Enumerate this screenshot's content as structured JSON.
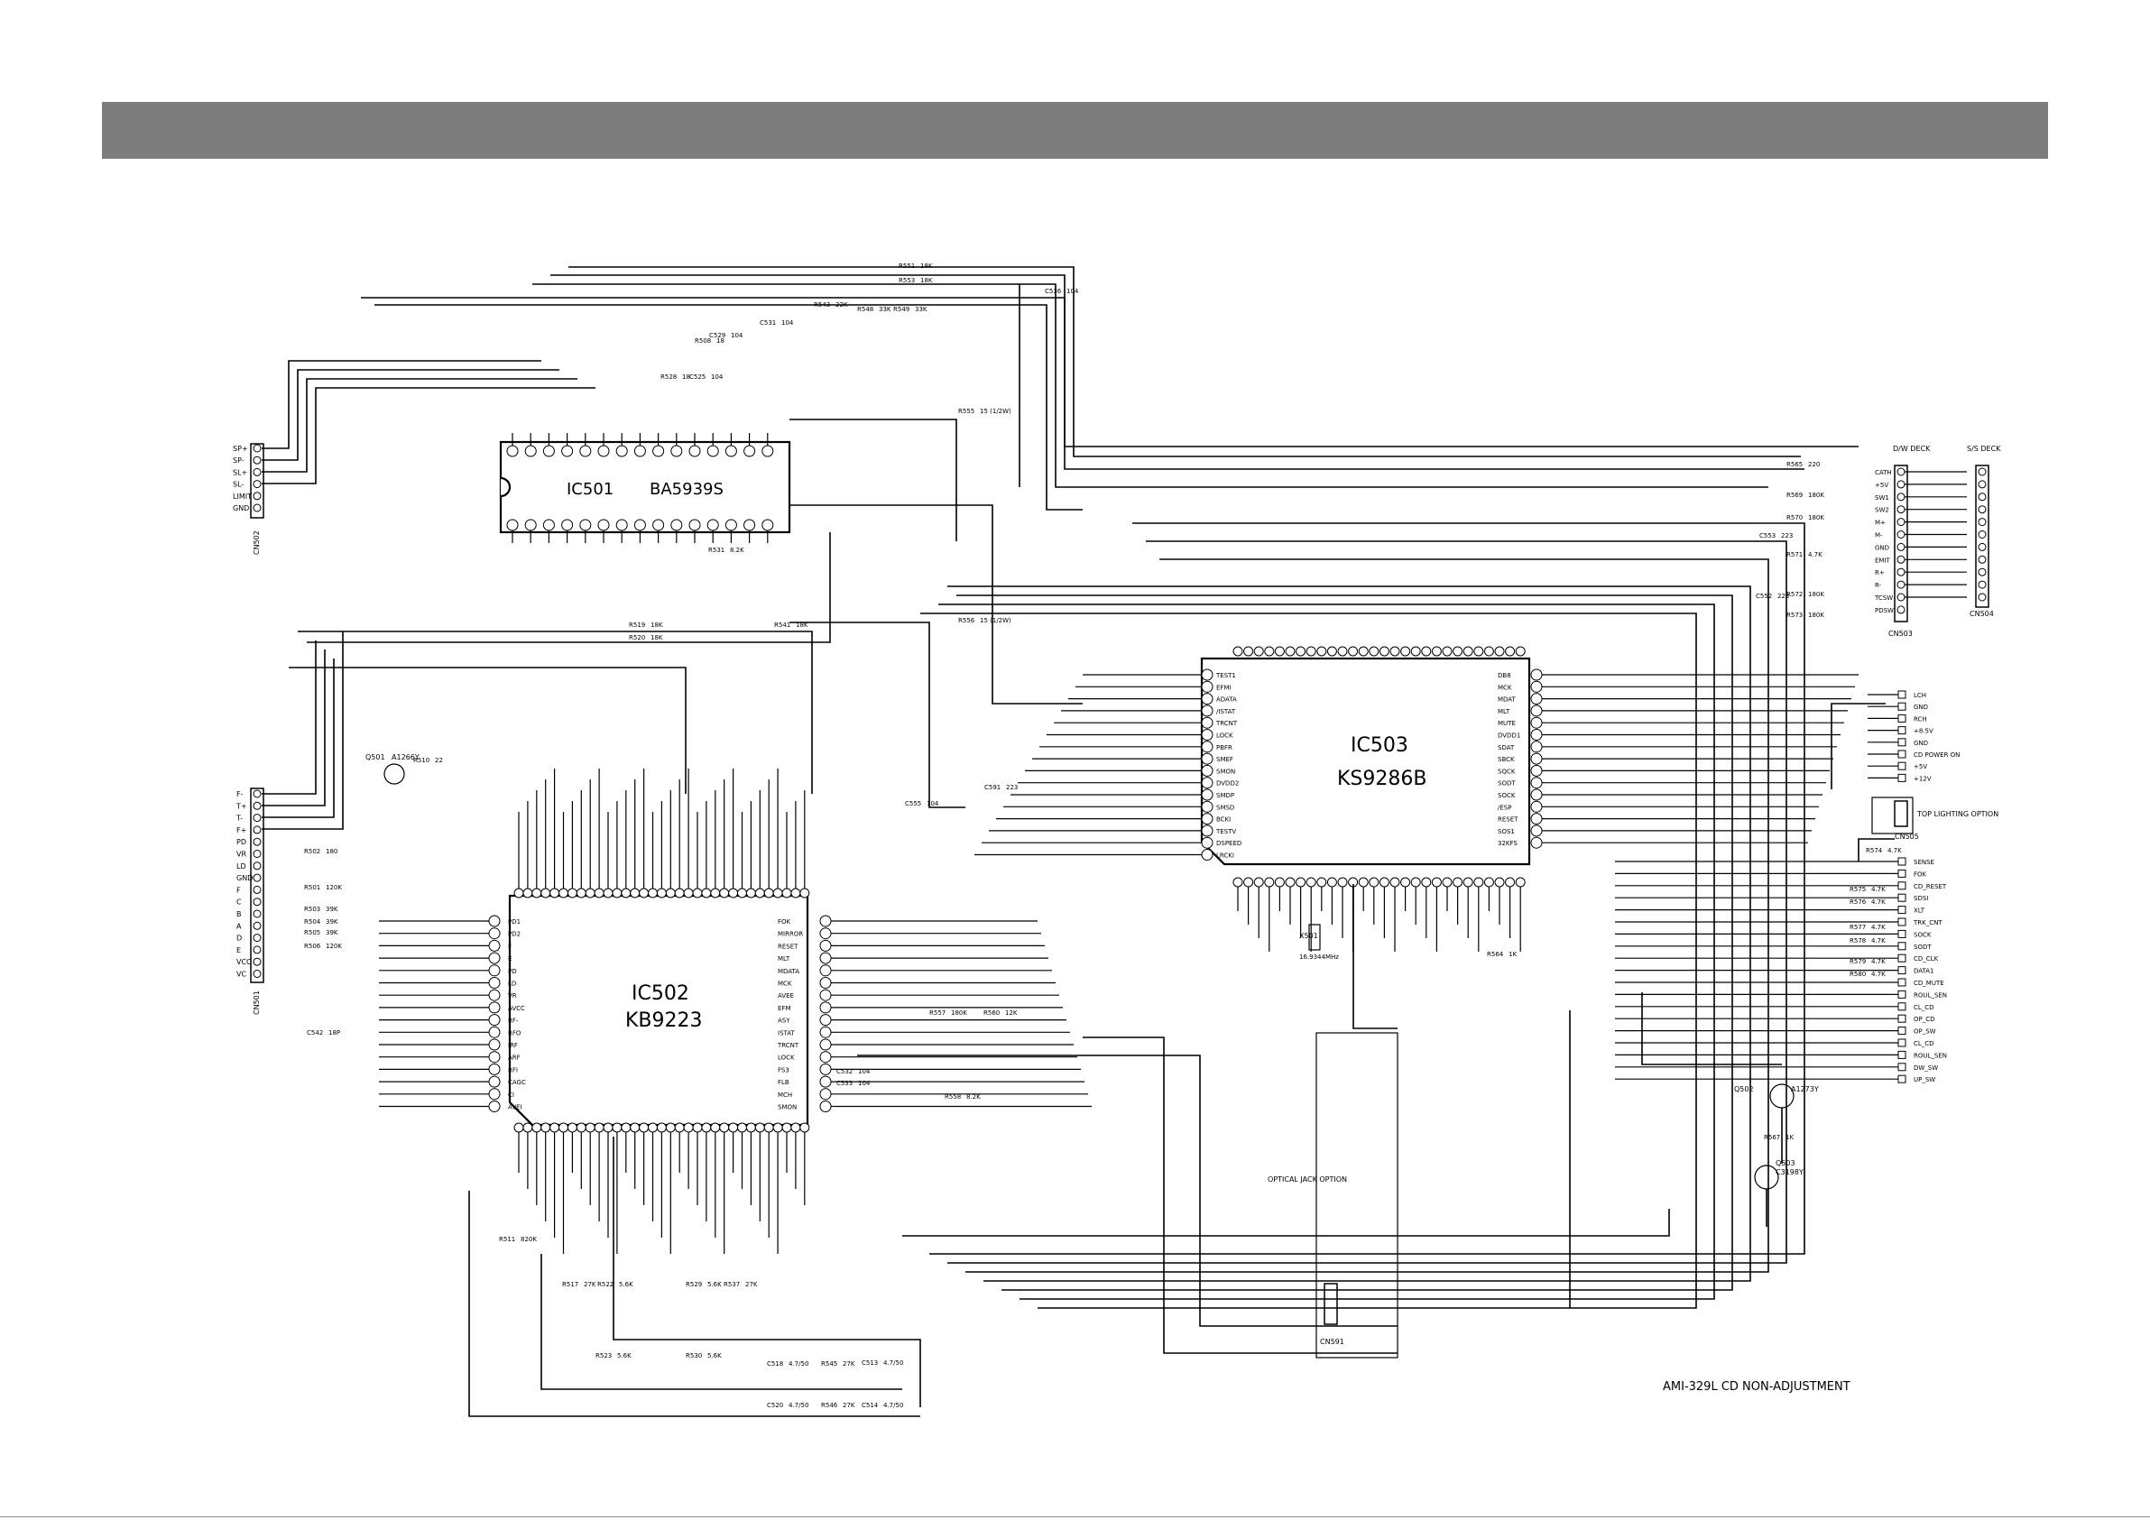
{
  "title": "AMI-329L CD NON-ADJUSTMENT",
  "ics": [
    {
      "ref": "IC501",
      "part": "BA5939S"
    },
    {
      "ref": "IC502",
      "part": "KB9223"
    },
    {
      "ref": "IC503",
      "part": "KS9286B"
    }
  ],
  "connectors": {
    "cn502": {
      "ref": "CN502",
      "pins": [
        "SP+",
        "SP-",
        "SL+",
        "SL-",
        "LIMIT",
        "GND"
      ]
    },
    "cn501": {
      "ref": "CN501",
      "pins": [
        "F-",
        "T+",
        "T-",
        "F+",
        "PD",
        "VR",
        "LD",
        "GND",
        "F",
        "C",
        "B",
        "A",
        "D",
        "E",
        "VCC",
        "VC"
      ]
    },
    "cn503": {
      "ref": "CN503",
      "header": "D/W DECK",
      "pins": [
        "CATH",
        "+5V",
        "SW1",
        "SW2",
        "M+",
        "M-",
        "GND",
        "EMIT",
        "R+",
        "R-",
        "TCSW",
        "PDSW"
      ]
    },
    "cn504": {
      "ref": "CN504",
      "header": "S/S DECK"
    },
    "cn505": {
      "ref": "CN505",
      "label": "TOP LIGHTING OPTION"
    },
    "cn591": {
      "ref": "CN591",
      "label": "OPTICAL JACK OPTION"
    }
  },
  "right_signals_upper": [
    "LCH",
    "GND",
    "RCH",
    "+8.5V",
    "GND",
    "CD POWER ON",
    "+5V",
    "+12V"
  ],
  "right_signals_lower": [
    "SENSE",
    "FOK",
    "CD_RESET",
    "SDSI",
    "XLT",
    "TRK_CNT",
    "SOCK",
    "SODT",
    "CD_CLK",
    "DATA1",
    "CD_MUTE",
    "ROUL_SEN",
    "CL_CD",
    "OP_CD",
    "OP_SW",
    "CL_CD",
    "ROUL_SEN",
    "DW_SW",
    "UP_SW"
  ],
  "transistors": [
    {
      "ref": "Q501",
      "part": "A1266Y"
    },
    {
      "ref": "Q502",
      "part": "A1273Y"
    },
    {
      "ref": "Q503",
      "part": "C3198Y"
    }
  ],
  "crystal": {
    "ref": "X501",
    "value": "16.9344MHz"
  },
  "parts": [
    {
      "ref": "R551",
      "value": "18K"
    },
    {
      "ref": "R553",
      "value": "18K"
    },
    {
      "ref": "R543",
      "value": "22K"
    },
    {
      "ref": "R548",
      "value": "33K"
    },
    {
      "ref": "R549",
      "value": "33K"
    },
    {
      "ref": "R508",
      "value": "18"
    },
    {
      "ref": "R528",
      "value": "18"
    },
    {
      "ref": "R555",
      "value": "15 (1/2W)"
    },
    {
      "ref": "R556",
      "value": "15 (1/2W)"
    },
    {
      "ref": "R531",
      "value": "8.2K"
    },
    {
      "ref": "R519",
      "value": "18K"
    },
    {
      "ref": "R520",
      "value": "18K"
    },
    {
      "ref": "R541",
      "value": "18K"
    },
    {
      "ref": "R510",
      "value": "22"
    },
    {
      "ref": "R502",
      "value": "180"
    },
    {
      "ref": "R501",
      "value": "120K"
    },
    {
      "ref": "R503",
      "value": "39K"
    },
    {
      "ref": "R504",
      "value": "39K"
    },
    {
      "ref": "R505",
      "value": "39K"
    },
    {
      "ref": "R506",
      "value": "120K"
    },
    {
      "ref": "R565",
      "value": "220"
    },
    {
      "ref": "R569",
      "value": "180K"
    },
    {
      "ref": "R570",
      "value": "180K"
    },
    {
      "ref": "R571",
      "value": "4.7K"
    },
    {
      "ref": "R572",
      "value": "180K"
    },
    {
      "ref": "R573",
      "value": "180K"
    },
    {
      "ref": "R574",
      "value": "4.7K"
    },
    {
      "ref": "R575",
      "value": "4.7K"
    },
    {
      "ref": "R576",
      "value": "4.7K"
    },
    {
      "ref": "R577",
      "value": "4.7K"
    },
    {
      "ref": "R578",
      "value": "4.7K"
    },
    {
      "ref": "R579",
      "value": "4.7K"
    },
    {
      "ref": "R580",
      "value": "4.7K"
    },
    {
      "ref": "R557",
      "value": "180K"
    },
    {
      "ref": "R560",
      "value": "12K"
    },
    {
      "ref": "R558",
      "value": "8.2K"
    },
    {
      "ref": "R511",
      "value": "820K"
    },
    {
      "ref": "R517",
      "value": "27K"
    },
    {
      "ref": "R522",
      "value": "5.6K"
    },
    {
      "ref": "R523",
      "value": "5.6K"
    },
    {
      "ref": "R529",
      "value": "5.6K"
    },
    {
      "ref": "R537",
      "value": "27K"
    },
    {
      "ref": "R530",
      "value": "5.6K"
    },
    {
      "ref": "R545",
      "value": "27K"
    },
    {
      "ref": "R546",
      "value": "27K"
    },
    {
      "ref": "R564",
      "value": "1K"
    },
    {
      "ref": "R567",
      "value": "1K"
    },
    {
      "ref": "C536",
      "value": "104"
    },
    {
      "ref": "C531",
      "value": "104"
    },
    {
      "ref": "C529",
      "value": "104"
    },
    {
      "ref": "C525",
      "value": "104"
    },
    {
      "ref": "C555",
      "value": "104"
    },
    {
      "ref": "C553",
      "value": "223"
    },
    {
      "ref": "C552",
      "value": "223"
    },
    {
      "ref": "C591",
      "value": "223"
    },
    {
      "ref": "C542",
      "value": "18P"
    },
    {
      "ref": "C513",
      "value": "4.7/50"
    },
    {
      "ref": "C514",
      "value": "4.7/50"
    },
    {
      "ref": "C520",
      "value": "4.7/50"
    },
    {
      "ref": "C518",
      "value": "4.7/50"
    },
    {
      "ref": "C532",
      "value": "104"
    },
    {
      "ref": "C533",
      "value": "104"
    }
  ],
  "ic502_left_pins": [
    "PD1",
    "PD2",
    "F",
    "E",
    "PD",
    "LD",
    "VR",
    "AVCC",
    "RF-",
    "RFO",
    "IRF",
    "ARF",
    "RFI",
    "CAGC",
    "CI",
    "AVEI"
  ],
  "ic502_right_pins": [
    "FOK",
    "MIRROR",
    "RESET",
    "MLT",
    "MDATA",
    "MCK",
    "AVEE",
    "EFM",
    "ASY",
    "ISTAT",
    "TRCNT",
    "LOCK",
    "FS3",
    "FLB",
    "MCH",
    "SMON"
  ],
  "ic503_left_pins": [
    "TEST1",
    "EFMI",
    "ADATA",
    "/ISTAT",
    "TRCNT",
    "LOCK",
    "PBFR",
    "SMEF",
    "SMON",
    "DVDD2",
    "SMDP",
    "SMSD",
    "BCKI",
    "TESTV",
    "DSPEED",
    "LRCKI"
  ],
  "ic503_right_pins": [
    "DB8",
    "MCK",
    "MDAT",
    "MLT",
    "MUTE",
    "DVDD1",
    "SDAT",
    "SBCK",
    "SQCK",
    "SODT",
    "SOCK",
    "/ESP",
    "RESET",
    "SOS1",
    "32KFS"
  ]
}
